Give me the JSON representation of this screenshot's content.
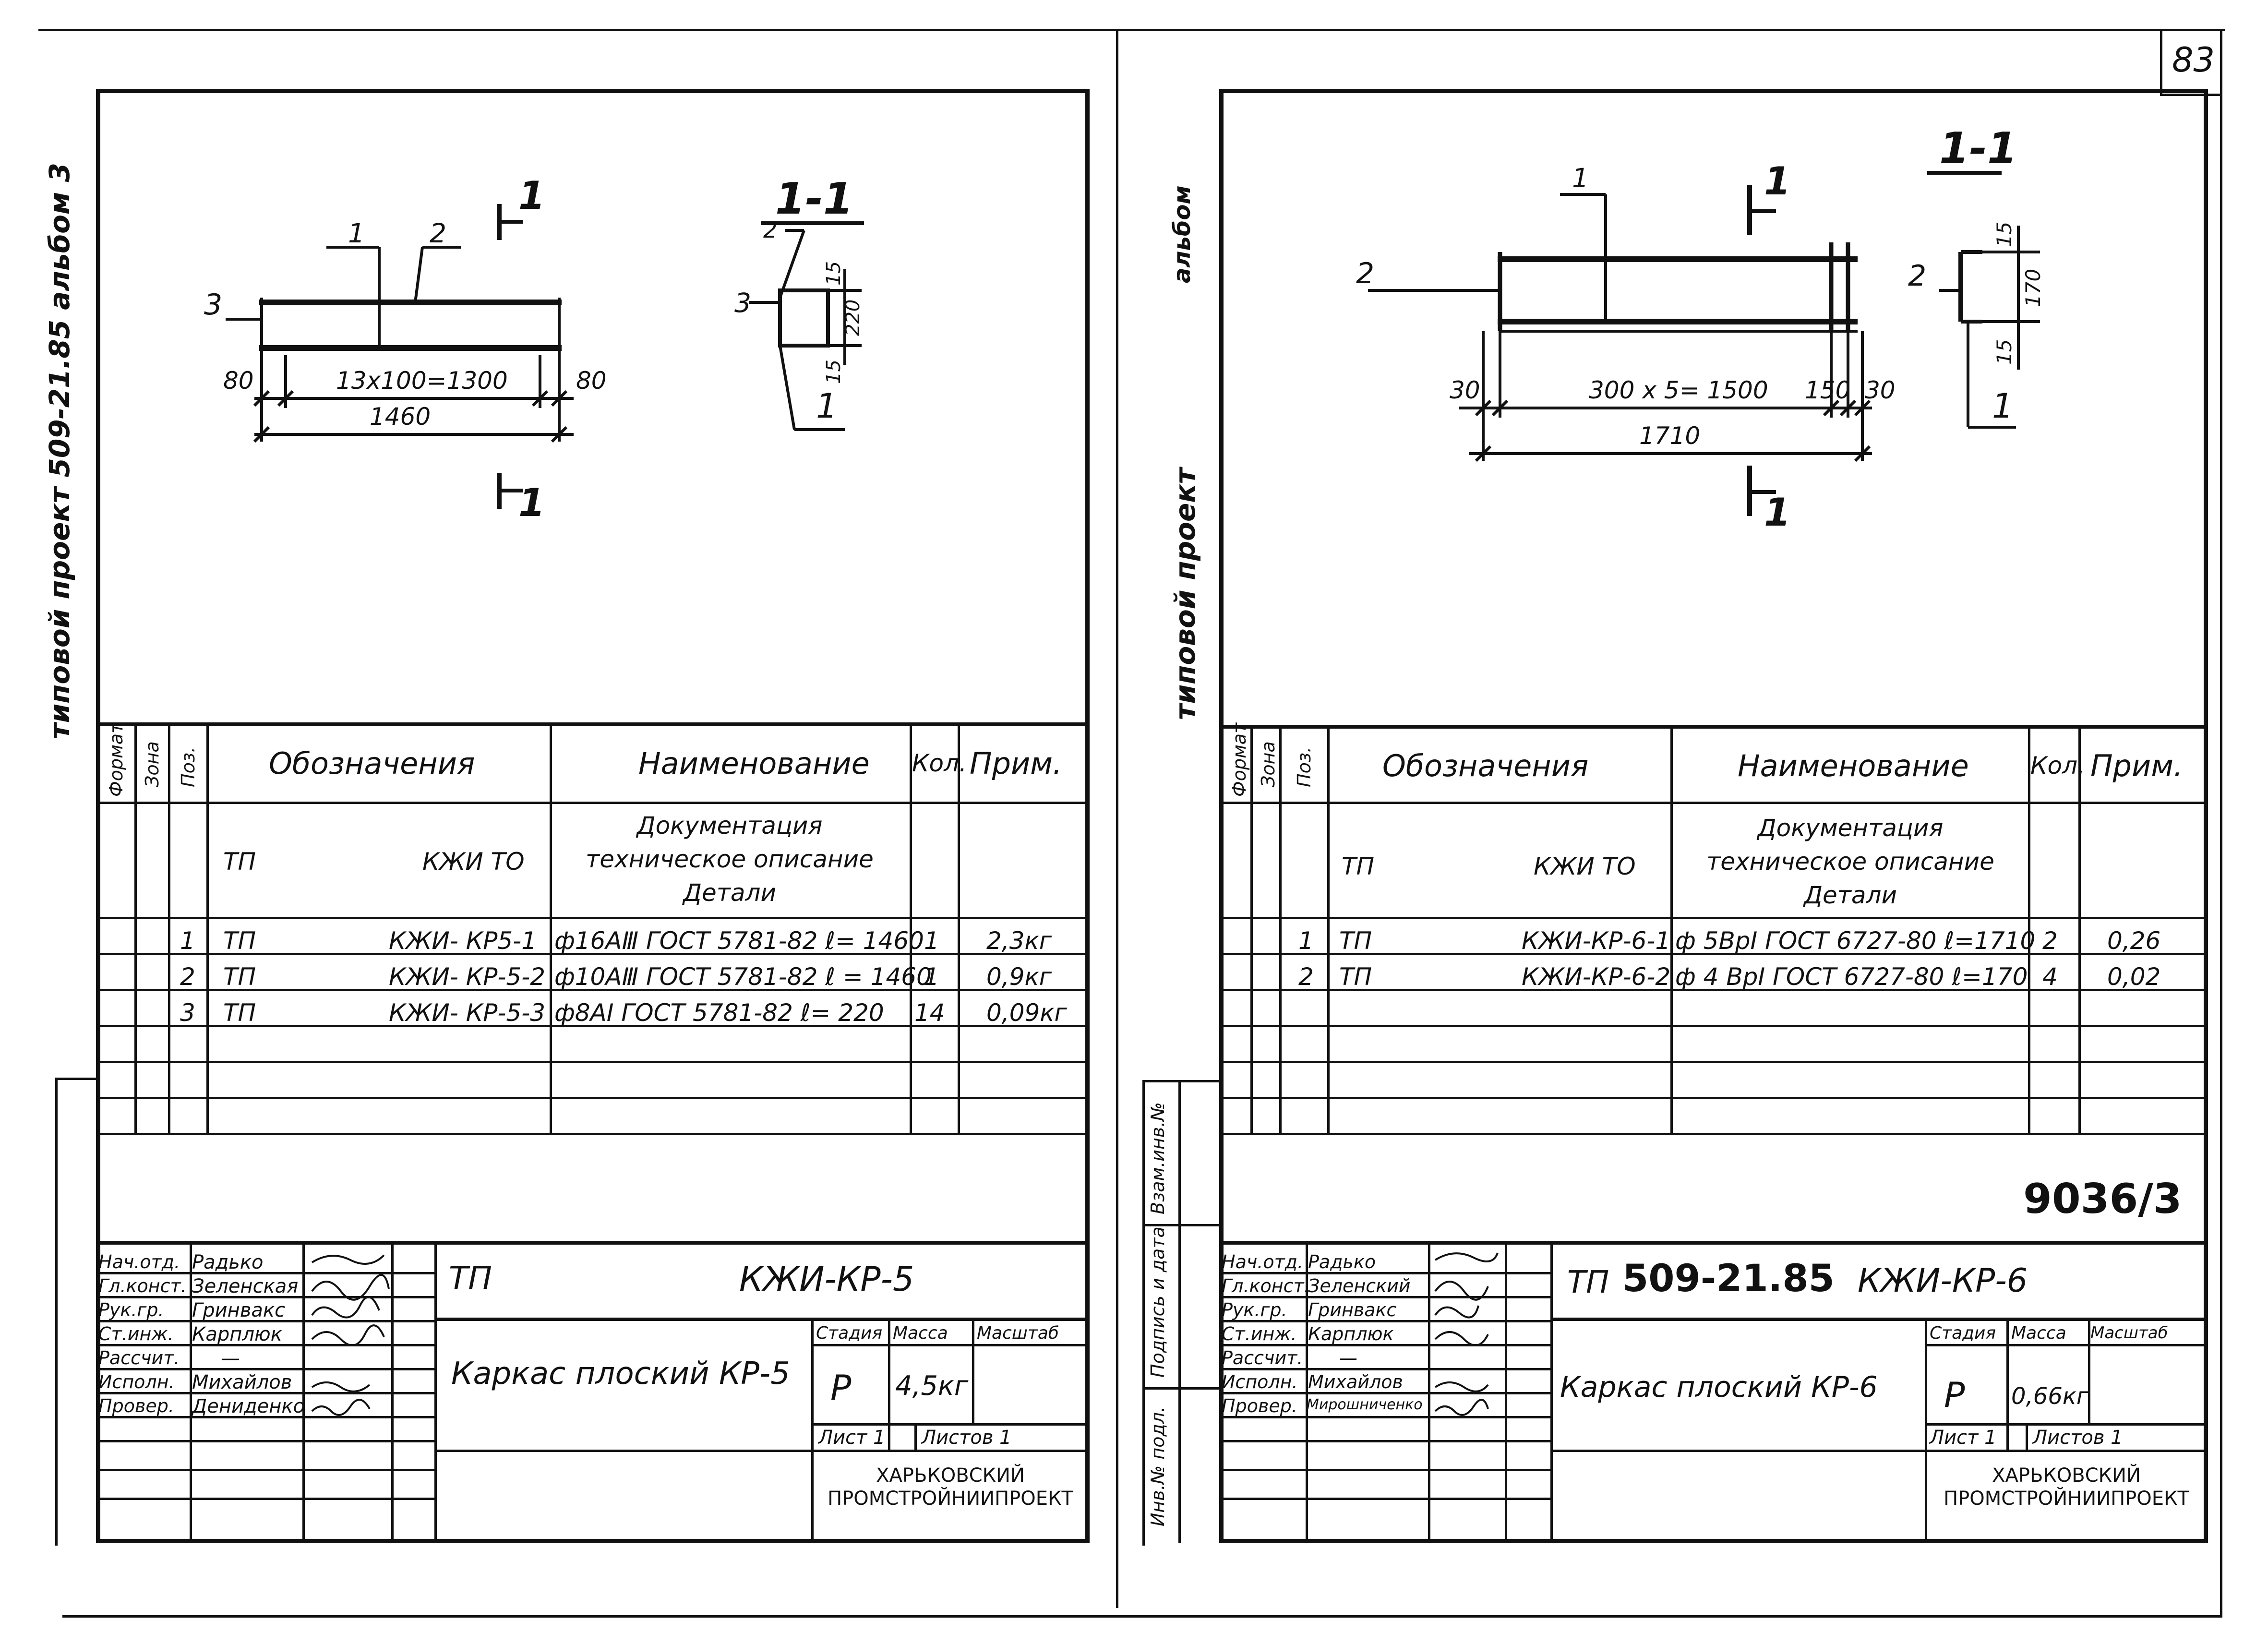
{
  "page_number": "83",
  "left_sheet": {
    "side_label_vertical": "типовой проект 509-21.85 альбом 3",
    "drawing": {
      "section_label": "1-1",
      "section_mark": "1",
      "leaders": [
        "1",
        "2",
        "3"
      ],
      "dims": {
        "left": "80",
        "middle": "13x100=1300",
        "right": "80",
        "overall": "1460"
      },
      "section_dims": {
        "top": "15",
        "height": "220",
        "bottom": "15"
      },
      "section_leaders": [
        "2",
        "3",
        "1"
      ]
    },
    "spec_table": {
      "headers": {
        "format": "Формат",
        "zone": "Зона",
        "pos": "Поз.",
        "designation": "Обозначения",
        "name": "Наименование",
        "qty": "Кол.",
        "note": "Прим."
      },
      "doc_row": {
        "tp": "ТП",
        "code": "КЖИ ТО",
        "name": "Документация техническое описание Детали"
      },
      "rows": [
        {
          "pos": "1",
          "tp": "ТП",
          "code": "КЖИ- КР5-1",
          "name": "ф16АⅢ ГОСТ 5781-82 ℓ= 1460",
          "qty": "1",
          "note": "2,3кг"
        },
        {
          "pos": "2",
          "tp": "ТП",
          "code": "КЖИ- КР-5-2",
          "name": "ф10АⅢ ГОСТ 5781-82 ℓ = 1460",
          "qty": "1",
          "note": "0,9кг"
        },
        {
          "pos": "3",
          "tp": "ТП",
          "code": "КЖИ- КР-5-3",
          "name": "ф8АⅠ ГОСТ 5781-82 ℓ= 220",
          "qty": "14",
          "note": "0,09кг"
        }
      ]
    },
    "title_block": {
      "roles": [
        "Нач.отд.",
        "Гл.конст.",
        "Рук.гр.",
        "Ст.инж.",
        "Рассчит.",
        "Исполн.",
        "Провер."
      ],
      "names": [
        "Радько",
        "Зеленская",
        "Гринвакс",
        "Карплюк",
        "—",
        "Михайлов",
        "Дениденко"
      ],
      "doc_code_tp": "ТП",
      "doc_code": "КЖИ-КР-5",
      "title": "Каркас плоский КР-5",
      "stage_label": "Стадия",
      "mass_label": "Масса",
      "scale_label": "Масштаб",
      "stage": "Р",
      "mass": "4,5кг",
      "sheet": "Лист 1",
      "sheets": "Листов 1",
      "org": "ХАРЬКОВСКИЙ ПРОМСТРОЙНИИПРОЕКТ"
    }
  },
  "right_sheet": {
    "side_label_top": "альбом",
    "side_label_vertical": "типовой проект",
    "side_stamp_labels": [
      "Инв.№ подл.",
      "Подпись и дата",
      "Взам.инв.№"
    ],
    "drawing": {
      "section_label": "1-1",
      "section_mark": "1",
      "leaders": [
        "1",
        "2"
      ],
      "dims": {
        "left": "30",
        "middle": "300 x 5= 1500",
        "m2": "150",
        "right": "30",
        "overall": "1710"
      },
      "section_dims": {
        "top": "15",
        "height": "170",
        "bottom": "15"
      },
      "section_leaders": [
        "2",
        "1"
      ]
    },
    "spec_table": {
      "headers": {
        "format": "Формат",
        "zone": "Зона",
        "pos": "Поз.",
        "designation": "Обозначения",
        "name": "Наименование",
        "qty": "Кол.",
        "note": "Прим."
      },
      "doc_row": {
        "tp": "ТП",
        "code": "КЖИ ТО",
        "name": "Документация техническое описание Детали"
      },
      "rows": [
        {
          "pos": "1",
          "tp": "ТП",
          "code": "КЖИ-КР-6-1",
          "name": "ф 5ВрⅠ ГОСТ 6727-80 ℓ=1710",
          "qty": "2",
          "note": "0,26"
        },
        {
          "pos": "2",
          "tp": "ТП",
          "code": "КЖИ-КР-6-2",
          "name": "ф 4 ВрⅠ ГОСТ 6727-80 ℓ=170",
          "qty": "4",
          "note": "0,02"
        }
      ]
    },
    "album_number": "9036/3",
    "title_block": {
      "roles": [
        "Нач.отд.",
        "Гл.конст.",
        "Рук.гр.",
        "Ст.инж.",
        "Рассчит.",
        "Исполн.",
        "Провер."
      ],
      "names": [
        "Радько",
        "Зеленский",
        "Гринвакс",
        "Карплюк",
        "—",
        "Михайлов",
        "Мирошниченко"
      ],
      "doc_code_tp": "ТП",
      "doc_project": "509-21.85",
      "doc_code": "КЖИ-КР-6",
      "title": "Каркас плоский КР-6",
      "stage_label": "Стадия",
      "mass_label": "Масса",
      "scale_label": "Масштаб",
      "stage": "Р",
      "mass": "0,66кг",
      "sheet": "Лист 1",
      "sheets": "Листов 1",
      "org": "ХАРЬКОВСКИЙ ПРОМСТРОЙНИИПРОЕКТ"
    }
  }
}
